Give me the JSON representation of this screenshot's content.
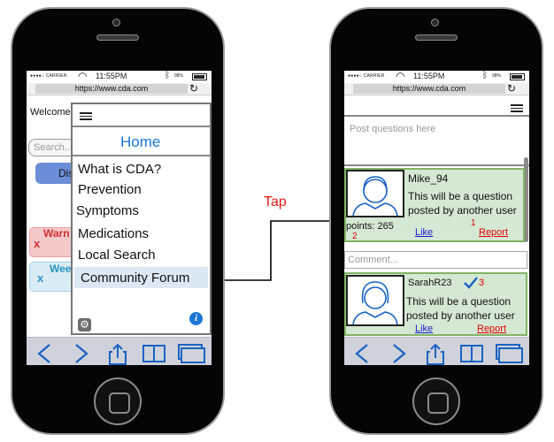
{
  "colors": {
    "phone_body": "#050505",
    "toolbar_bg": "#cfd2da",
    "toolbar_icon": "#1a62c4",
    "accent_blue": "#1b76d4",
    "post_bg": "#d5e8d4",
    "post_border": "#82b366",
    "red": "#e00000",
    "arrow_label": "#e01818"
  },
  "status_bar": {
    "carrier": "●●●●○ CARRIER",
    "time": "11:55PM",
    "battery": "98%"
  },
  "browser": {
    "url": "https://www.cda.com"
  },
  "left_screen": {
    "background": {
      "welcome": "Welcome",
      "search_placeholder": "Search...",
      "button_partial": "Dis",
      "warning_x": "x",
      "warning_text": "Warn",
      "weekly_x": "x",
      "weekly_text": "Wee"
    },
    "menu": {
      "home": "Home",
      "items": [
        "What is CDA?",
        "Prevention",
        "Symptoms",
        "Medications",
        "Local Search",
        "Community Forum"
      ],
      "selected_item": "Community Forum",
      "settings_icon": "gear-icon",
      "info_icon": "info-icon"
    }
  },
  "connector": {
    "label": "Tap"
  },
  "right_screen": {
    "post_placeholder": "Post questions here",
    "comment_placeholder": "Comment...",
    "posts": [
      {
        "username": "Mike_94",
        "text_line1": "This will be a question",
        "text_line2": "posted by another user",
        "points": "points: 265",
        "points_badge": "2",
        "like": "Like",
        "report_badge": "1",
        "report": "Report"
      },
      {
        "username": "SarahR23",
        "check_badge": "3",
        "text_line1": "This will be a question",
        "text_line2": "posted by another user",
        "like": "Like",
        "report": "Report"
      }
    ]
  },
  "toolbar_icons": [
    "back-icon",
    "forward-icon",
    "share-icon",
    "book-icon",
    "tabs-icon"
  ]
}
